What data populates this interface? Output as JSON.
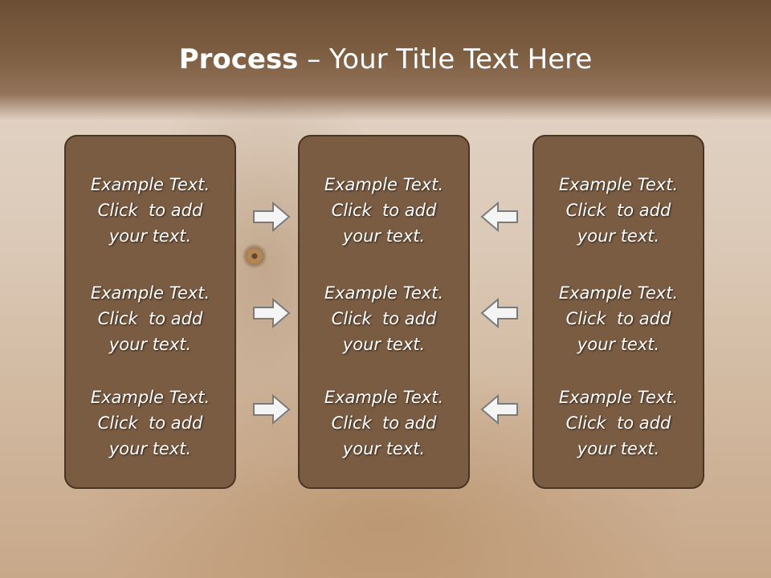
{
  "slide": {
    "title_bold": "Process",
    "title_rest": " – Your Title Text Here"
  },
  "columns": [
    {
      "items": [
        {
          "line1": "Example Text.",
          "line2": "Click  to add",
          "line3": "your text."
        },
        {
          "line1": "Example Text.",
          "line2": "Click  to add",
          "line3": "your text."
        },
        {
          "line1": "Example Text.",
          "line2": "Click  to add",
          "line3": "your text."
        }
      ]
    },
    {
      "items": [
        {
          "line1": "Example Text.",
          "line2": "Click  to add",
          "line3": "your text."
        },
        {
          "line1": "Example Text.",
          "line2": "Click  to add",
          "line3": "your text."
        },
        {
          "line1": "Example Text.",
          "line2": "Click  to add",
          "line3": "your text."
        }
      ]
    },
    {
      "items": [
        {
          "line1": "Example Text.",
          "line2": "Click  to add",
          "line3": "your text."
        },
        {
          "line1": "Example Text.",
          "line2": "Click  to add",
          "line3": "your text."
        },
        {
          "line1": "Example Text.",
          "line2": "Click  to add",
          "line3": "your text."
        }
      ]
    }
  ],
  "arrows": {
    "left_group": [
      "arrow-right-icon",
      "arrow-right-icon",
      "arrow-right-icon"
    ],
    "right_group": [
      "arrow-left-icon",
      "arrow-left-icon",
      "arrow-left-icon"
    ]
  },
  "colors": {
    "header": "#7e5e41",
    "box_fill": "#7a5c42",
    "box_border": "#4a3422",
    "text": "#ffffff",
    "arrow_fill": "#f4f4f4",
    "arrow_stroke": "#7a7a7a"
  }
}
